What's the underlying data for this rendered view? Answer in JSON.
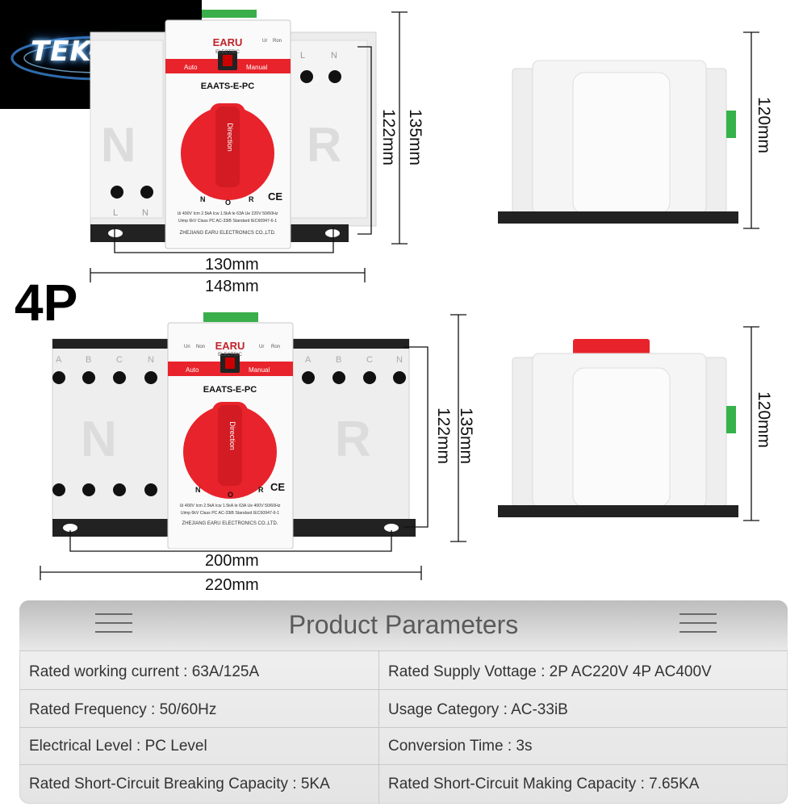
{
  "logo": {
    "text": "TEK-GIV"
  },
  "pole_label": "4P",
  "device_2p": {
    "brand": "EARU",
    "brand_sub": "ELECTRIC",
    "auto_label": "Auto",
    "manual_label": "Manual",
    "model": "EAATS-E-PC",
    "dial_text": "Direction",
    "dial_n": "N",
    "dial_o": "O",
    "dial_r": "R",
    "ce": "CE",
    "spec1": "Ui 400V  Icm 2.5kA  Icw 1.5kA  Ie 63A  Ue 220V  50/60Hz",
    "spec2": "Uimp 6kV   Class PC   AC-33iB   Standard IEC60947-6-1",
    "maker": "ZHEJIANG EARU ELECTRONICS CO.,LTD.",
    "ind_ur": "Ur",
    "ind_ron": "Ron",
    "left_letter": "N",
    "right_letter": "R",
    "term_top": [
      "L",
      "N"
    ],
    "term_bottom": [
      "L",
      "N"
    ]
  },
  "device_4p": {
    "brand": "EARU",
    "brand_sub": "ELECTRIC",
    "auto_label": "Auto",
    "manual_label": "Manual",
    "model": "EAATS-E-PC",
    "dial_text": "Direction",
    "dial_n": "N",
    "dial_o": "O",
    "dial_r": "R",
    "ce": "CE",
    "spec1": "Ui 400V  Icm 2.5kA  Icw 1.5kA  Ie 63A  Ue 400V  50/60Hz",
    "spec2": "Uimp 6kV   Class PC   AC-33iB   Standard IEC60947-6-1",
    "maker": "ZHEJIANG EARU ELECTRONICS CO.,LTD.",
    "ind_un": "Un",
    "ind_non": "Non",
    "ind_ur": "Ur",
    "ind_ron": "Ron",
    "left_letter": "N",
    "right_letter": "R",
    "term_letters": [
      "A",
      "B",
      "C",
      "N"
    ]
  },
  "dims_2p": {
    "inner": "130mm",
    "outer": "148mm",
    "h_inner": "122mm",
    "h_outer": "135mm",
    "side": "120mm"
  },
  "dims_4p": {
    "inner": "200mm",
    "outer": "220mm",
    "h_inner": "122mm",
    "h_outer": "135mm",
    "side": "120mm"
  },
  "params": {
    "title": "Product Parameters",
    "rows": [
      {
        "left": "Rated working current : 63A/125A",
        "right": "Rated Supply Vottage : 2P AC220V   4P AC400V"
      },
      {
        "left": "Rated Frequency : 50/60Hz",
        "right": "Usage Category : AC-33iB"
      },
      {
        "left": "Electrical Level : PC Level",
        "right": "Conversion Time : 3s"
      },
      {
        "left": "Rated Short-Circuit Breaking Capacity : 5KA",
        "right": "Rated Short-Circuit Making Capacity : 7.65KA"
      }
    ]
  },
  "colors": {
    "red": "#e8232b",
    "green": "#35b24a",
    "panel": "#e6e6e6"
  }
}
